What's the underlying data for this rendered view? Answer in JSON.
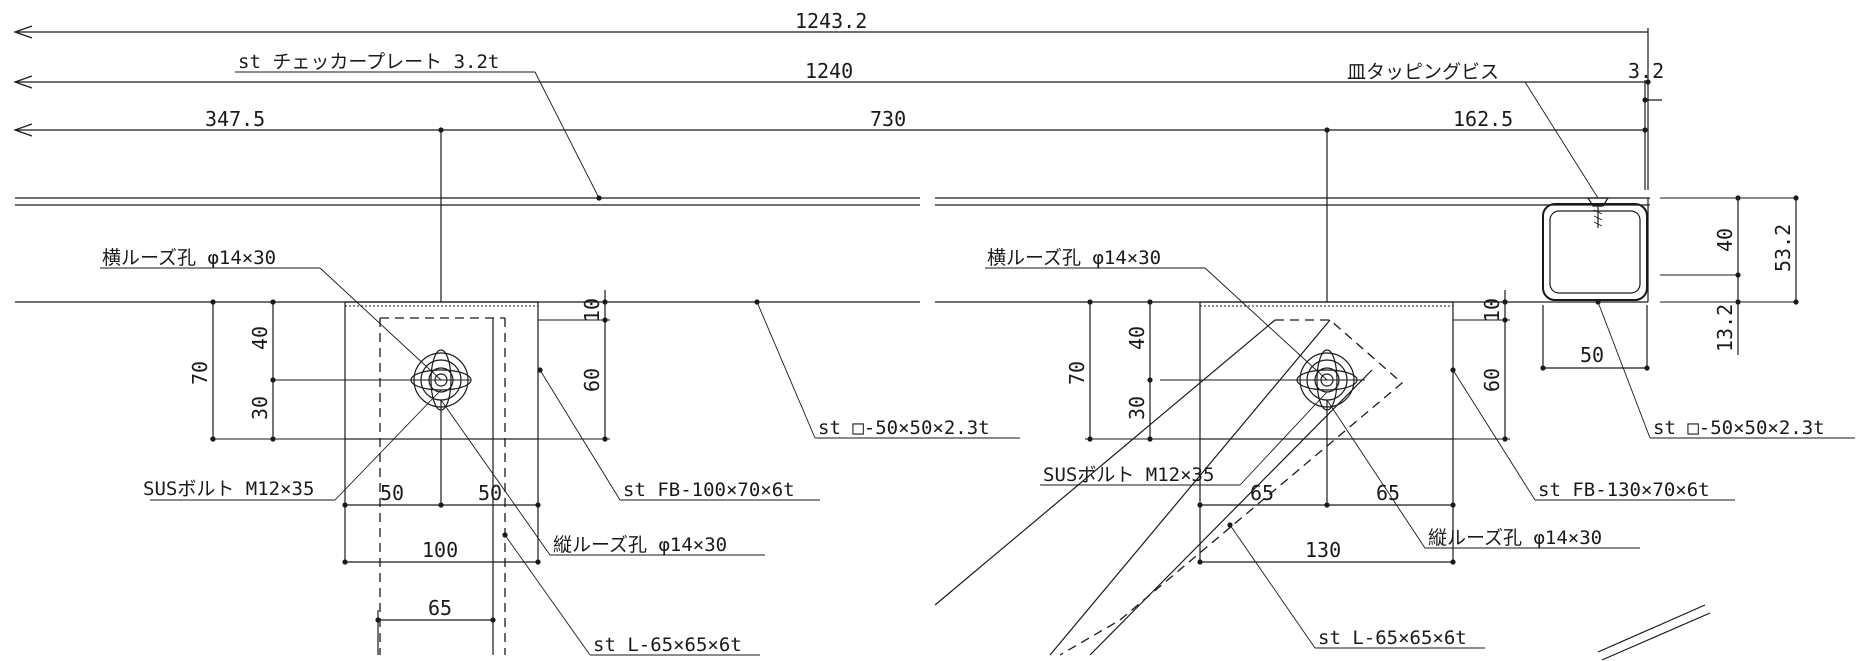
{
  "dimensions": {
    "d1243": "1243.2",
    "d1240": "1240",
    "d3475": "347.5",
    "d730": "730",
    "d1625": "162.5",
    "d32": "3.2",
    "d40a": "40",
    "d532": "53.2",
    "d132": "13.2",
    "d50sq": "50",
    "left": {
      "d70": "70",
      "d40": "40",
      "d30": "30",
      "d10": "10",
      "d60": "60",
      "d50a": "50",
      "d50b": "50",
      "d100": "100",
      "d65": "65"
    },
    "right": {
      "d70": "70",
      "d40": "40",
      "d30": "30",
      "d10": "10",
      "d60": "60",
      "d65a": "65",
      "d65b": "65",
      "d130": "130"
    }
  },
  "labels": {
    "checker_plate": "st チェッカープレート 3.2t",
    "tapping_screw": "皿タッピングビス",
    "left_slot_h": "横ルーズ孔 φ14×30",
    "right_slot_h": "横ルーズ孔 φ14×30",
    "left_bolt": "SUSボルト M12×35",
    "right_bolt": "SUSボルト M12×35",
    "left_square": "st □-50×50×2.3t",
    "right_square": "st □-50×50×2.3t",
    "left_fb": "st FB-100×70×6t",
    "right_fb": "st FB-130×70×6t",
    "left_slot_v": "縦ルーズ孔 φ14×30",
    "right_slot_v": "縦ルーズ孔 φ14×30",
    "left_angle": "st L-65×65×6t",
    "right_angle": "st L-65×65×6t"
  }
}
